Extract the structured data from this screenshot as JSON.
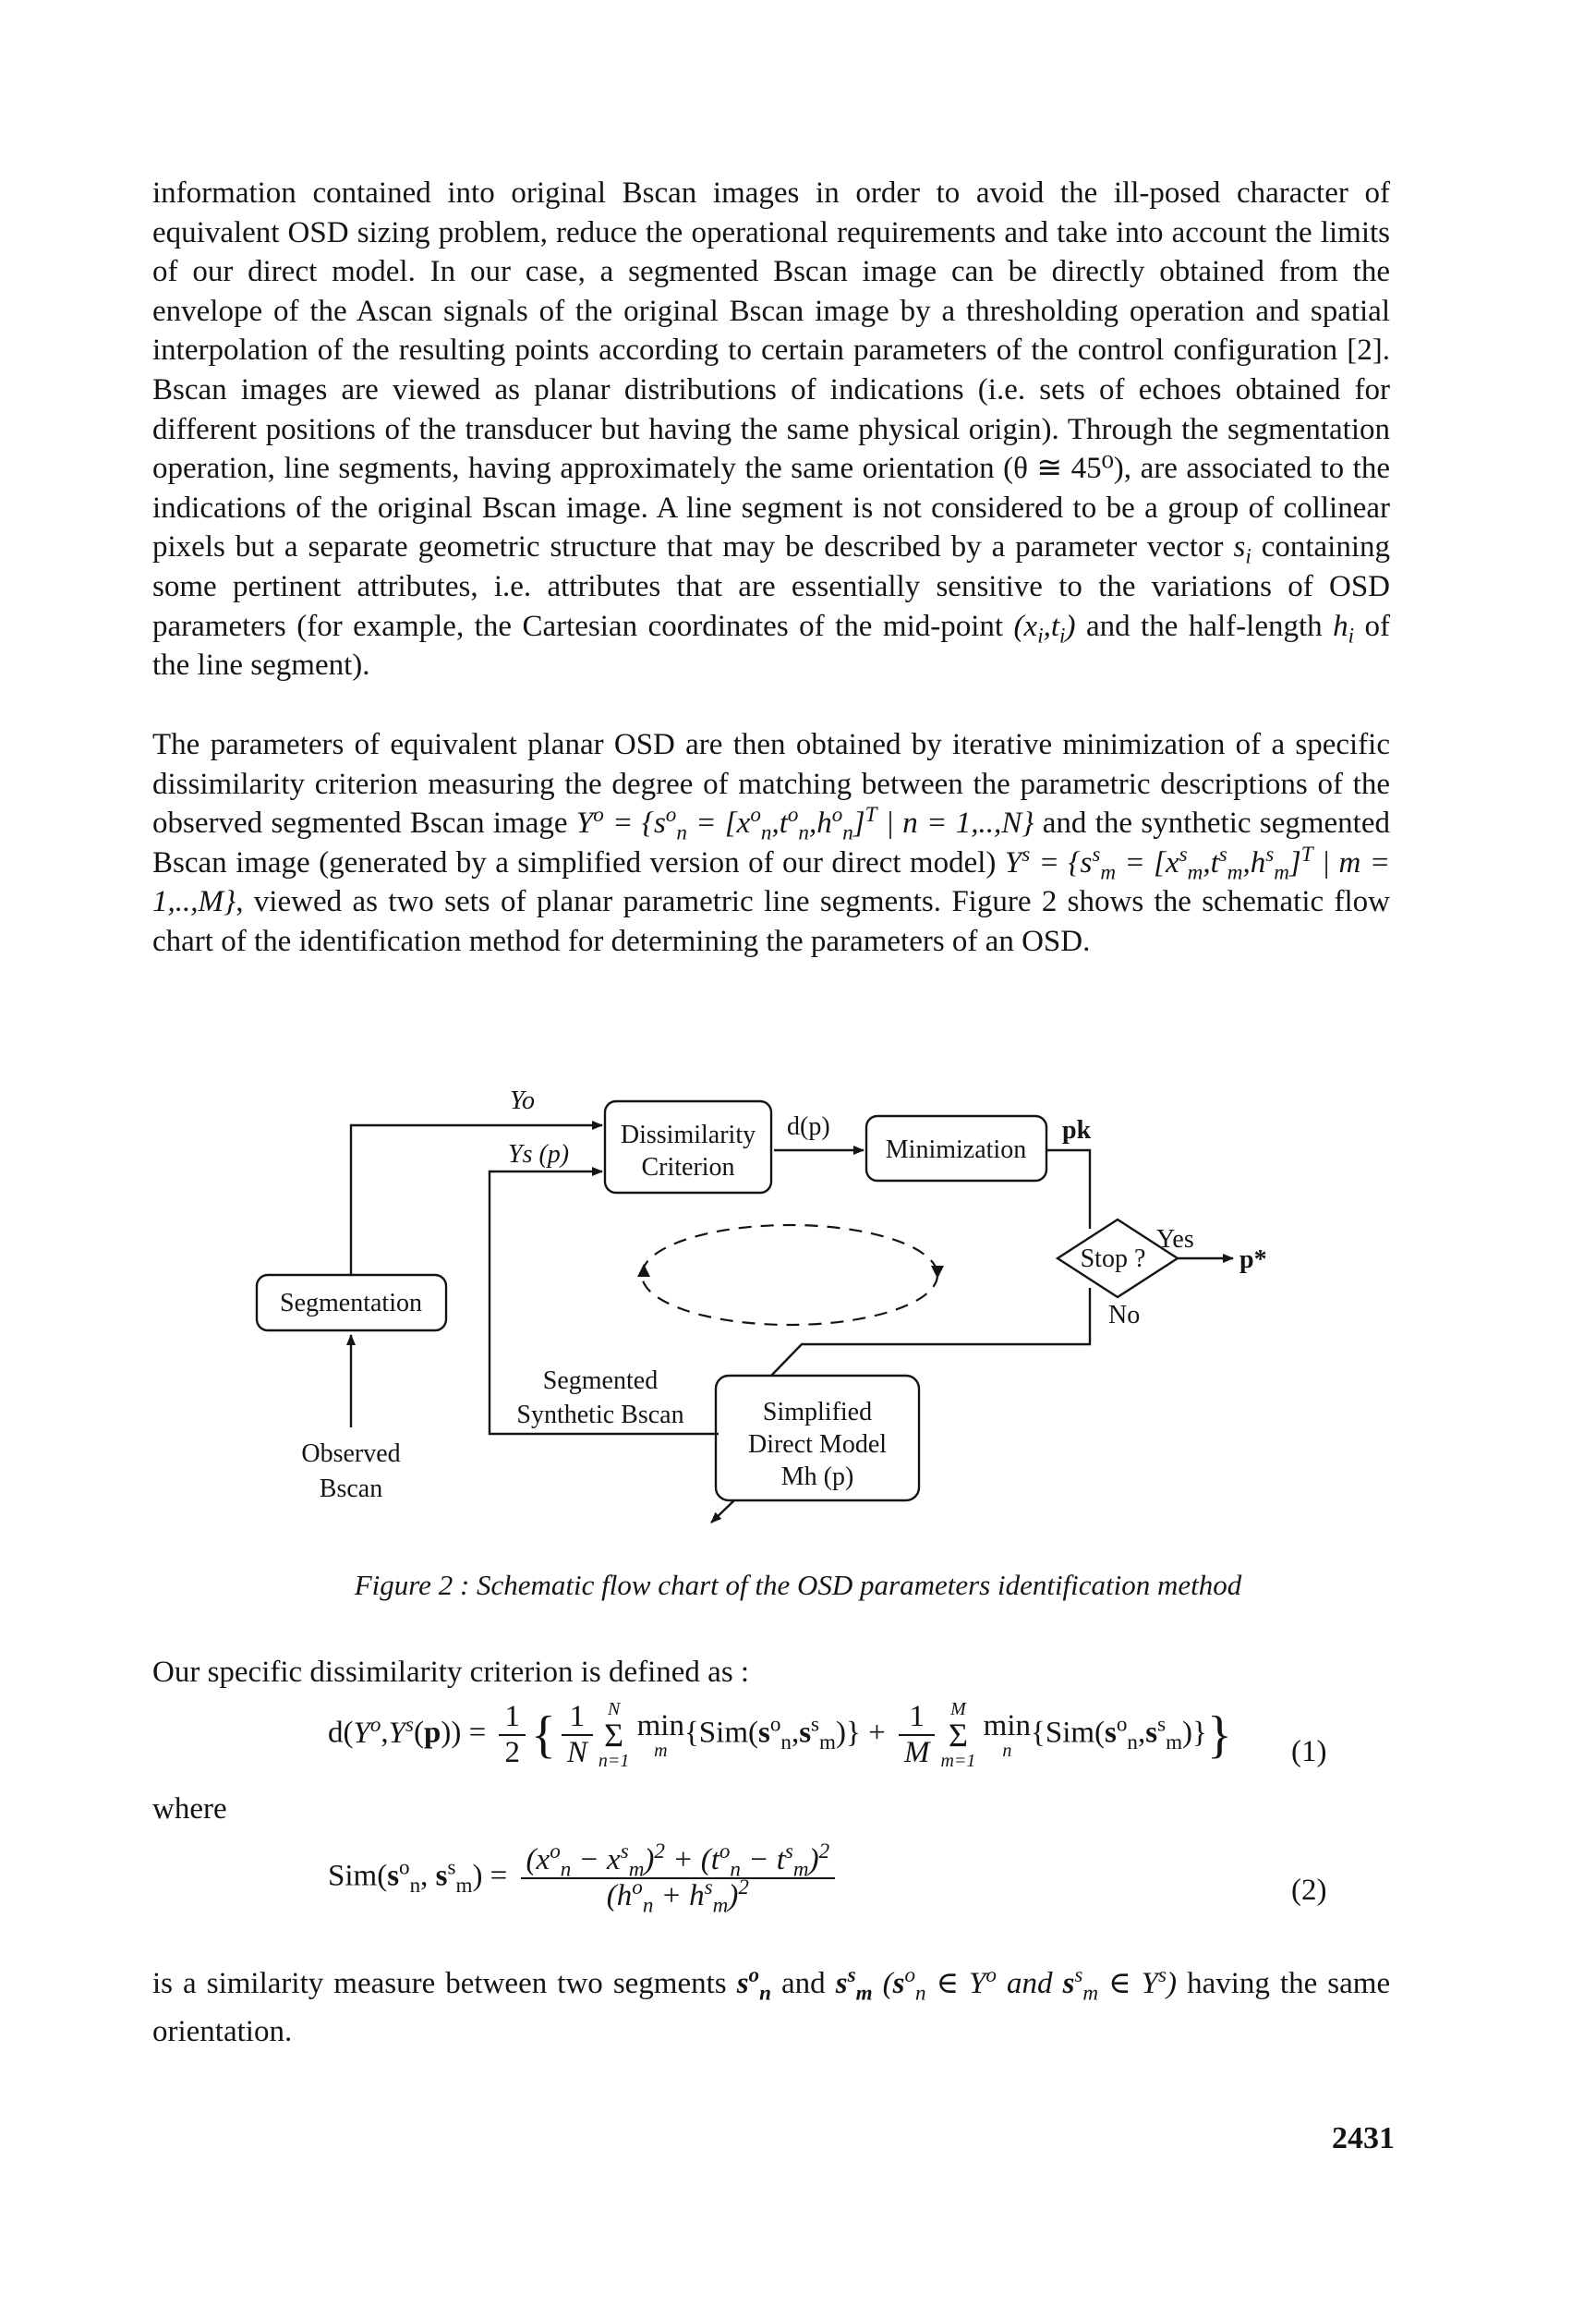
{
  "paragraphs": {
    "p1": "information contained into original Bscan images in order to avoid the ill-posed character of equivalent OSD sizing problem, reduce the operational requirements and take into account the limits of our direct model. In our case, a segmented Bscan image can be directly obtained from the envelope of the Ascan signals of the original Bscan image by a thresholding operation and spatial interpolation of the resulting points according to certain parameters of the control configuration [2]. Bscan images are viewed as planar distributions of indications (i.e. sets of echoes obtained for different positions of the transducer but having the same physical origin). Through the segmentation operation, line segments, having approximately",
    "p1_b": "the same orientation (θ ≅ 45⁰), are associated to the indications of the original Bscan image. A line segment is not considered to be a group of collinear pixels but a separate geometric structure that may be described by a parameter vector",
    "p1_c": "containing some pertinent attributes, i.e. attributes that are essentially sensitive to the variations of OSD parameters (for example, the Cartesian coordinates of the mid-point",
    "p1_d": "and the half-length",
    "p1_e": "of the line segment).",
    "p2_a": "The parameters of equivalent planar OSD are then obtained by iterative minimization of a specific dissimilarity criterion measuring the degree of matching between the parametric descriptions of the observed segmented Bscan image",
    "p2_b": "and the synthetic segmented Bscan image (generated by a simplified version of our direct model)",
    "p2_c": ", viewed as two sets of planar parametric line segments. Figure 2 shows the schematic flow chart of the identification method for determining the parameters of an OSD.",
    "p3": "Our specific dissimilarity criterion is defined as :",
    "p4_a": "is a similarity measure between two segments",
    "p4_b": "and",
    "p4_c": "having the same orientation."
  },
  "figure": {
    "caption": "Figure 2 : Schematic flow chart of the OSD parameters identification method",
    "boxes": {
      "dissimilarity_1": "Dissimilarity",
      "dissimilarity_2": "Criterion",
      "minimization": "Minimization",
      "segmentation": "Segmentation",
      "stop": "Stop ?",
      "simplified_1": "Simplified",
      "simplified_2": "Direct Model",
      "simplified_3": "Mh (p)"
    },
    "labels": {
      "yo": "Yo",
      "ys": "Ys (p)",
      "dp": "d(p)",
      "pk": "pk",
      "yes": "Yes",
      "pstar": "p*",
      "no": "No",
      "seg_synth_1": "Segmented",
      "seg_synth_2": "Synthetic Bscan",
      "observed_1": "Observed",
      "observed_2": "Bscan"
    }
  },
  "equations": {
    "where": "where",
    "eq1_num": "(1)",
    "eq2_num": "(2)"
  },
  "page_number": "2431"
}
